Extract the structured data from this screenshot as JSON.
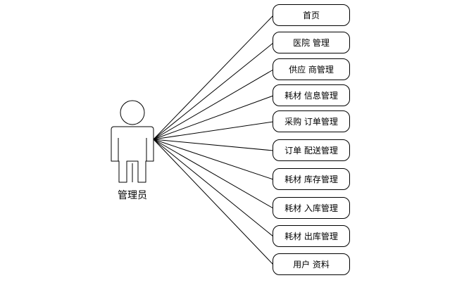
{
  "actor": {
    "label": "管理员"
  },
  "use_cases": [
    {
      "label": "首页"
    },
    {
      "label": "医院 管理"
    },
    {
      "label": "供应 商管理"
    },
    {
      "label": "耗材 信息管理"
    },
    {
      "label": "采购 订单管理"
    },
    {
      "label": "订单 配送管理"
    },
    {
      "label": "耗材 库存管理"
    },
    {
      "label": "耗材 入库管理"
    },
    {
      "label": "耗材 出库管理"
    },
    {
      "label": "用户 资料"
    }
  ],
  "colors": {
    "stroke": "#000000",
    "background": "#ffffff"
  }
}
